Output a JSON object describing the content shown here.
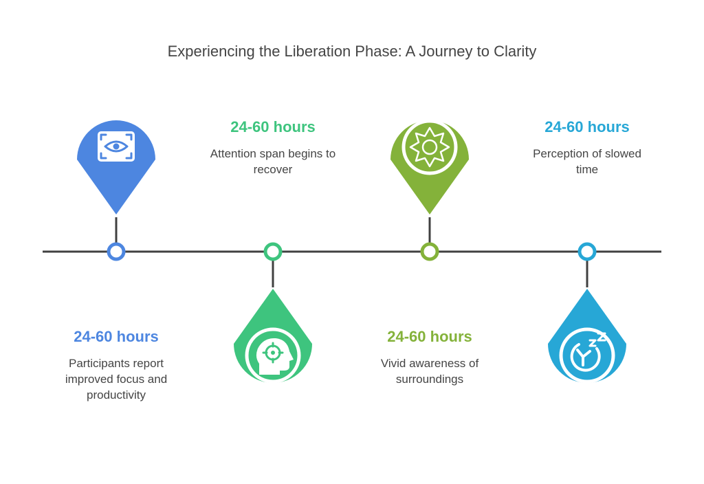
{
  "title": "Experiencing the Liberation Phase: A Journey to Clarity",
  "colors": {
    "line": "#404040",
    "blue": "#4d86e0",
    "green": "#3ec47e",
    "lime": "#84b23a",
    "cyan": "#27a7d6"
  },
  "stages": [
    {
      "time": "24-60 hours",
      "description": "Participants report improved focus and productivity",
      "color": "#4d86e0",
      "icon": "eye-icon",
      "pin": "above"
    },
    {
      "time": "24-60 hours",
      "description": "Attention span begins to recover",
      "color": "#3ec47e",
      "icon": "target-head-icon",
      "pin": "below"
    },
    {
      "time": "24-60 hours",
      "description": "Vivid awareness of surroundings",
      "color": "#84b23a",
      "icon": "sun-icon",
      "pin": "above"
    },
    {
      "time": "24-60 hours",
      "description": "Perception of slowed time",
      "color": "#27a7d6",
      "icon": "sleep-clock-icon",
      "pin": "below"
    }
  ]
}
